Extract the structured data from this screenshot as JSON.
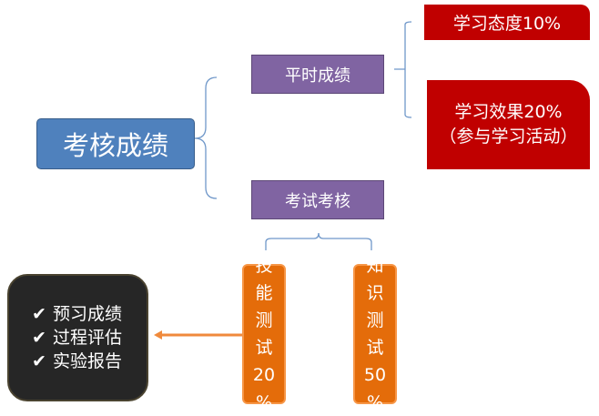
{
  "root": {
    "label": "考核成绩"
  },
  "regular": {
    "label": "平时成绩"
  },
  "exam": {
    "label": "考试考核"
  },
  "attitude": {
    "label": "学习态度10%"
  },
  "effect": {
    "line1": "学习效果20%",
    "line2": "（参与学习活动）"
  },
  "skill": {
    "chars": [
      "技",
      "能",
      "测",
      "试",
      "20",
      "%"
    ]
  },
  "knowledge": {
    "chars": [
      "知",
      "识",
      "测",
      "试",
      "50",
      "%"
    ]
  },
  "checklist": {
    "icon": "check-icon",
    "items": [
      "预习成绩",
      "过程评估",
      "实验报告"
    ]
  },
  "colors": {
    "root": "#4f81bd",
    "purple": "#8064a2",
    "red": "#c00000",
    "orange": "#e46c0a",
    "dark": "#262626",
    "brace": "#4f81bd"
  }
}
